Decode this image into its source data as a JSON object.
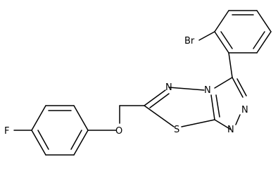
{
  "structure": {
    "atoms": {
      "br": "Br",
      "f": "F",
      "o": "O",
      "s": "S",
      "n_top_left": "N",
      "n_bridge": "N",
      "n_right": "N",
      "n_bottom": "N"
    },
    "colors": {
      "bond": "#000000",
      "label": "#000000",
      "background": "#ffffff"
    }
  }
}
